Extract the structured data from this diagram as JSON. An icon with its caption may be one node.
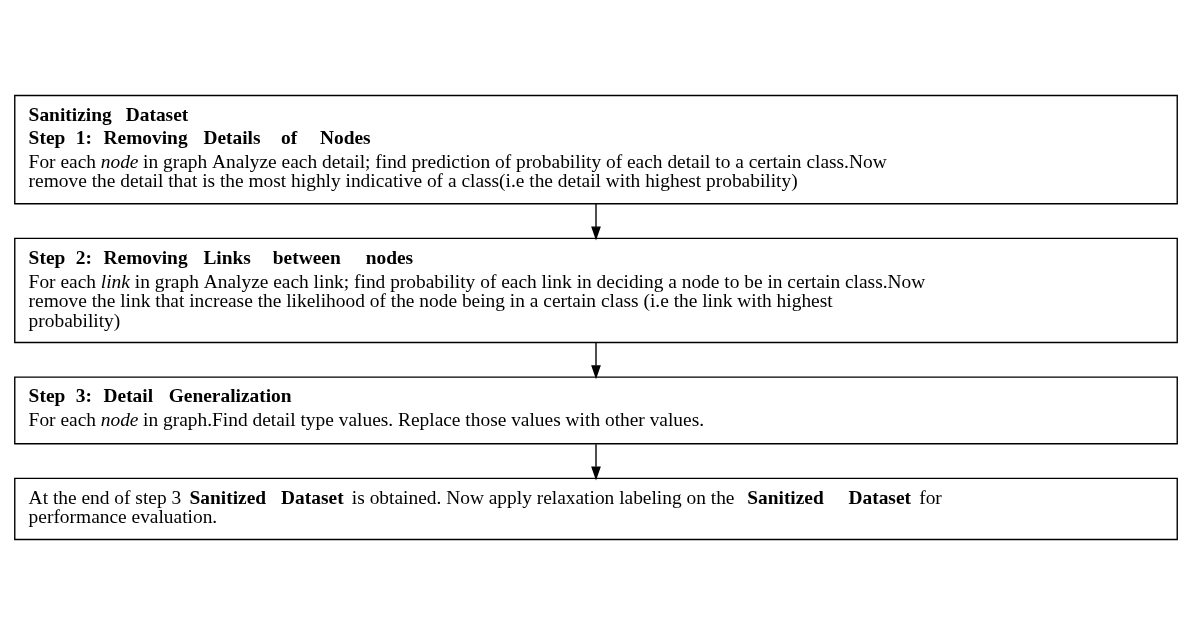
{
  "diagram": {
    "nodes": [
      {
        "text": [
          "Sanitizing Dataset",
          "Step 1: Removing Details of Nodes",
          "For each *node* in graph Analyze each detail; find prediction of probability of each detail to a certain class.Now remove the detail that is the most highly indicative of a class(i.e the detail with highest probability)"
        ]
      },
      {
        "text": [
          "Step 2: Removing Links between nodes",
          "For each *link* in graph Analyze each link; find probability of each link in deciding a node to be in certain class.Now remove the link that increase the likelihood of the node being in a certain class (i.e the link with highest probability)"
        ]
      },
      {
        "text": [
          "Step 3: Detail Generalization",
          "For each *node* in graph.Find detail type values. Replace those values with other values."
        ]
      },
      {
        "text": [
          "At the end of step 3 **Sanitized Dataset** is obtained. Now apply relaxation labeling on the **Sanitized Dataset** for performance evaluation."
        ]
      }
    ],
    "edges": [
      {
        "from": 0,
        "to": 1,
        "arrow": "to"
      },
      {
        "from": 1,
        "to": 2,
        "arrow": "to"
      },
      {
        "from": 2,
        "to": 3,
        "arrow": "to"
      }
    ]
  }
}
